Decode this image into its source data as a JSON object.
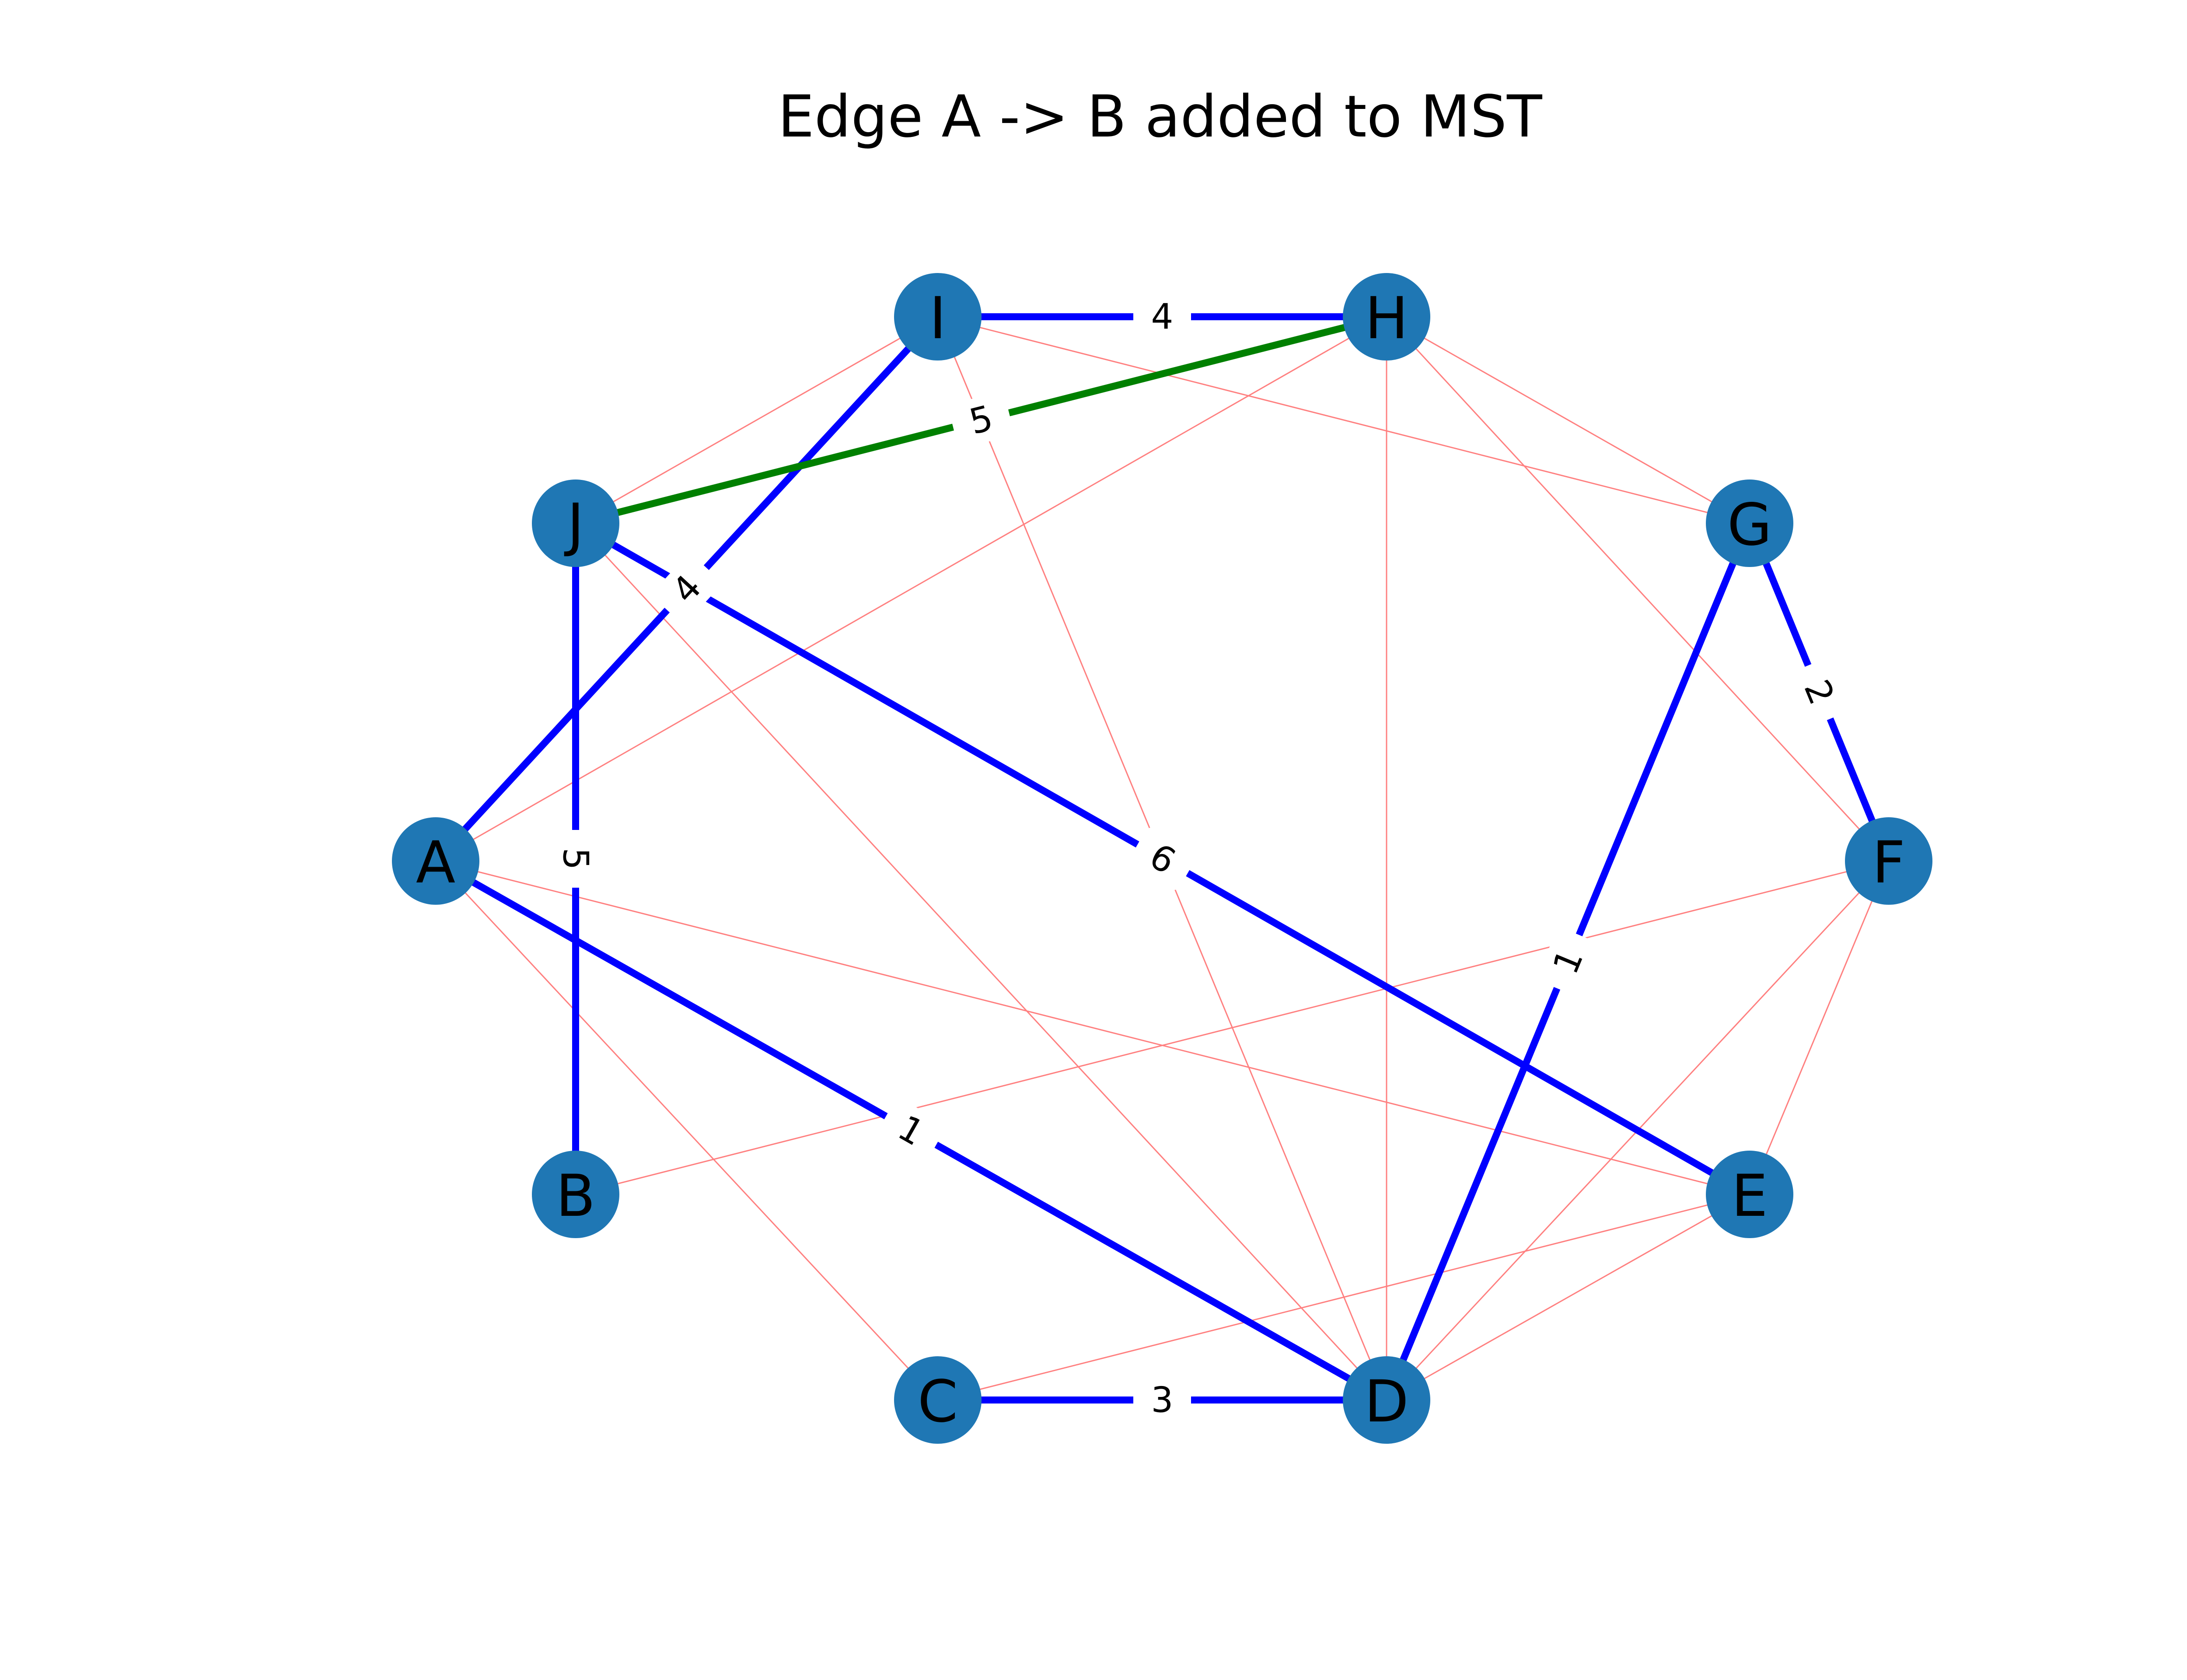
{
  "title": "Edge A -> B added to MST",
  "colors": {
    "node": "#1f77b4",
    "mst_edge": "#0000ff",
    "current_edge": "#008000",
    "other_edge": "#ff8080",
    "background": "#ffffff"
  },
  "nodes": [
    {
      "id": "A",
      "label": "A"
    },
    {
      "id": "B",
      "label": "B"
    },
    {
      "id": "C",
      "label": "C"
    },
    {
      "id": "D",
      "label": "D"
    },
    {
      "id": "E",
      "label": "E"
    },
    {
      "id": "F",
      "label": "F"
    },
    {
      "id": "G",
      "label": "G"
    },
    {
      "id": "H",
      "label": "H"
    },
    {
      "id": "I",
      "label": "I"
    },
    {
      "id": "J",
      "label": "J"
    }
  ],
  "edges": [
    {
      "from": "I",
      "to": "J",
      "status": "other"
    },
    {
      "from": "I",
      "to": "G",
      "status": "other"
    },
    {
      "from": "I",
      "to": "D",
      "status": "other"
    },
    {
      "from": "H",
      "to": "A",
      "status": "other"
    },
    {
      "from": "H",
      "to": "G",
      "status": "other"
    },
    {
      "from": "H",
      "to": "F",
      "status": "other"
    },
    {
      "from": "H",
      "to": "D",
      "status": "other"
    },
    {
      "from": "J",
      "to": "D",
      "status": "other"
    },
    {
      "from": "A",
      "to": "E",
      "status": "other"
    },
    {
      "from": "A",
      "to": "C",
      "status": "other"
    },
    {
      "from": "B",
      "to": "F",
      "status": "other"
    },
    {
      "from": "C",
      "to": "E",
      "status": "other"
    },
    {
      "from": "F",
      "to": "D",
      "status": "other"
    },
    {
      "from": "F",
      "to": "E",
      "status": "other"
    },
    {
      "from": "E",
      "to": "D",
      "status": "other"
    },
    {
      "from": "I",
      "to": "H",
      "status": "mst",
      "weight": "4"
    },
    {
      "from": "I",
      "to": "A",
      "status": "mst",
      "weight": "4"
    },
    {
      "from": "J",
      "to": "B",
      "status": "mst",
      "weight": "5"
    },
    {
      "from": "J",
      "to": "E",
      "status": "mst",
      "weight": "6"
    },
    {
      "from": "G",
      "to": "F",
      "status": "mst",
      "weight": "2"
    },
    {
      "from": "G",
      "to": "D",
      "status": "mst",
      "weight": "1"
    },
    {
      "from": "A",
      "to": "D",
      "status": "mst",
      "weight": "1"
    },
    {
      "from": "C",
      "to": "D",
      "status": "mst",
      "weight": "3"
    },
    {
      "from": "J",
      "to": "H",
      "status": "current",
      "weight": "5"
    }
  ]
}
